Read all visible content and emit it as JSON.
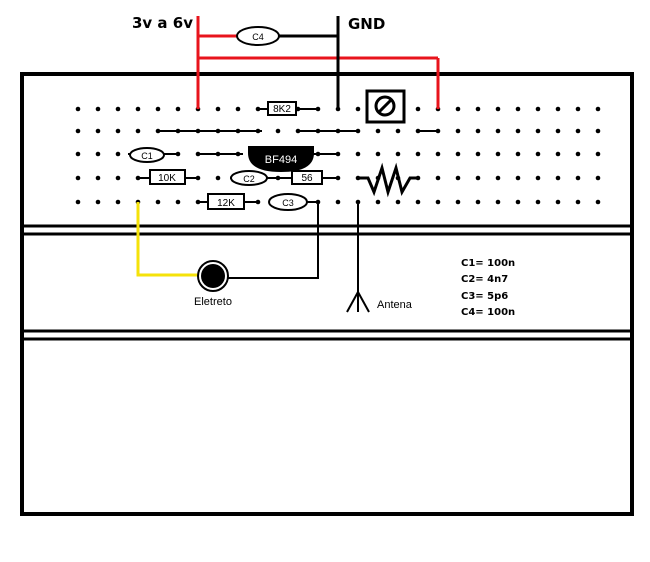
{
  "labels": {
    "supply": "3v a 6v",
    "ground": "GND",
    "microphone": "Eletreto",
    "antenna": "Antena"
  },
  "components": {
    "c4": "C4",
    "r_8k2": "8K2",
    "c1": "C1",
    "transistor": "BF494",
    "r_10k": "10K",
    "c2": "C2",
    "r_56": "56",
    "r_12k": "12K",
    "c3": "C3"
  },
  "legend": [
    "C1= 100n",
    "C2= 4n7",
    "C3= 5p6",
    "C4= 100n"
  ],
  "colors": {
    "supply_wire": "#e8141c",
    "mic_wire": "#f5e20a",
    "wire": "#000000"
  }
}
